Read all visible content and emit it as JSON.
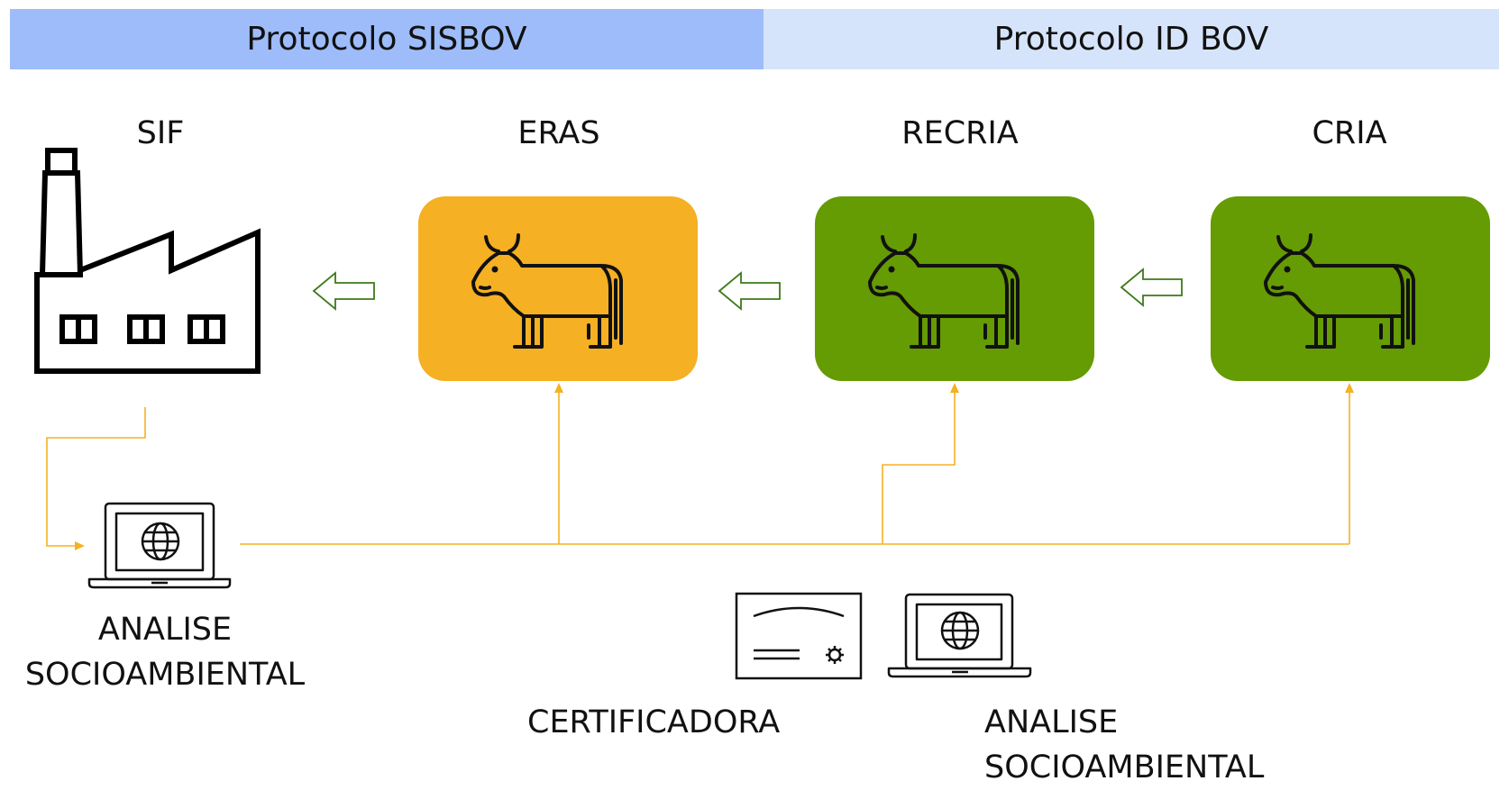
{
  "header": {
    "left_tab": "Protocolo SISBOV",
    "right_tab": "Protocolo ID BOV"
  },
  "stages": {
    "sif": "SIF",
    "eras": "ERAS",
    "recria": "RECRIA",
    "cria": "CRIA"
  },
  "captions": {
    "left_analysis_line1": "ANALISE",
    "left_analysis_line2": "SOCIOAMBIENTAL",
    "certifier": "CERTIFICADORA",
    "right_analysis_line1": "ANALISE",
    "right_analysis_line2": "SOCIOAMBIENTAL"
  },
  "icons": {
    "factory": "factory-icon",
    "cow": "cow-icon",
    "laptop": "laptop-globe-icon",
    "certificate": "certificate-icon",
    "arrow": "hollow-left-arrow-icon"
  },
  "colors": {
    "sisbov_tab": "#9dbcf9",
    "idbov_tab": "#d6e4fb",
    "eras_box": "#f5b024",
    "green_box": "#659b03",
    "connector": "#f5b024",
    "arrow_outline": "#3d7a1a"
  }
}
